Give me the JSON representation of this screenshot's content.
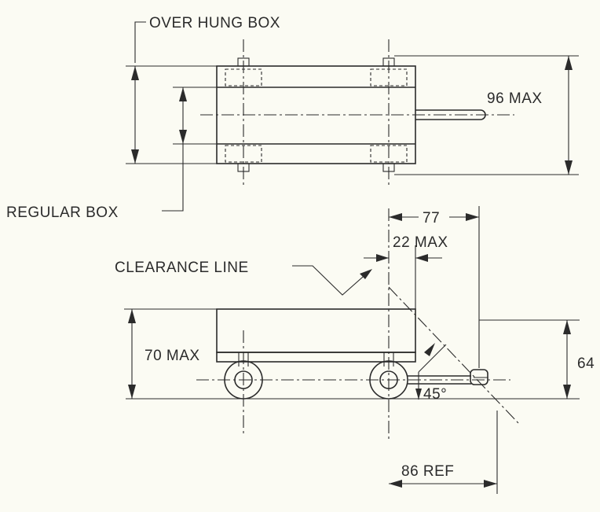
{
  "labels": {
    "over_hung_box": "OVER HUNG BOX",
    "regular_box": "REGULAR BOX",
    "clearance_line": "CLEARANCE LINE",
    "dim_96_max": "96 MAX",
    "dim_77": "77",
    "dim_22_max": "22 MAX",
    "dim_70_max": "70 MAX",
    "dim_64": "64",
    "angle_45": "45°",
    "dim_86_ref": "86 REF"
  }
}
